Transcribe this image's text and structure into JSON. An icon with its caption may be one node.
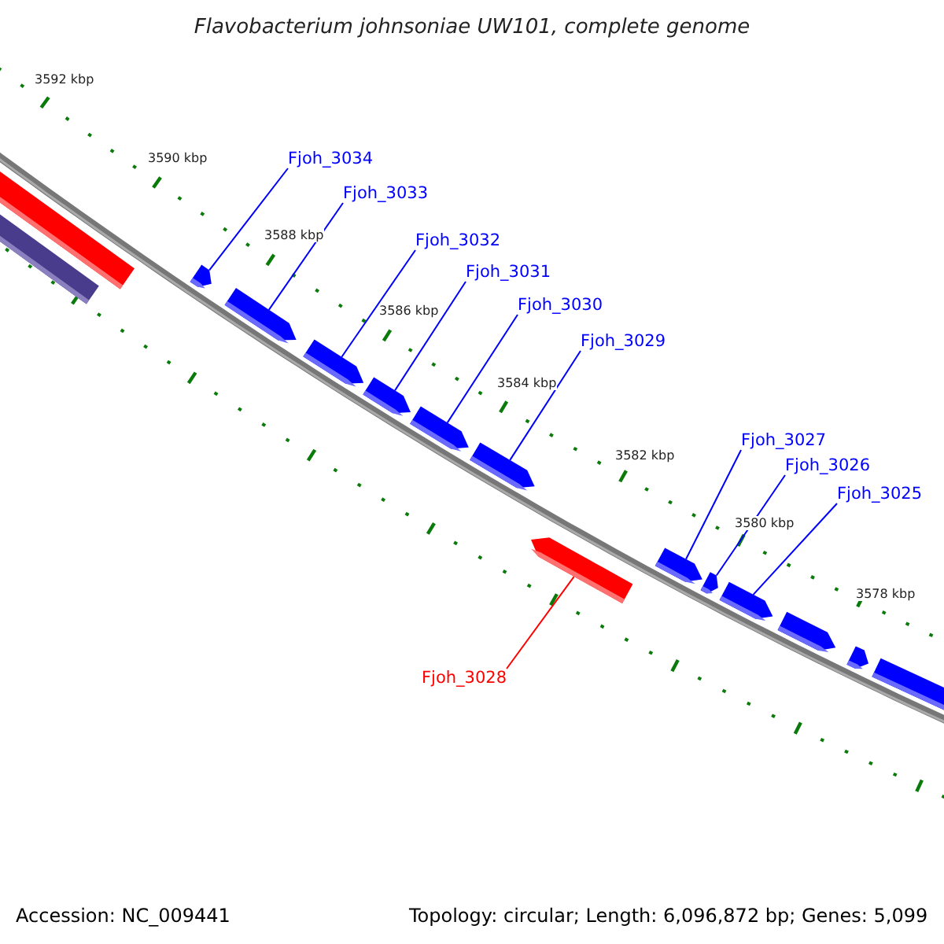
{
  "diagram": {
    "title": "Flavobacterium johnsoniae UW101, complete genome",
    "nodes": [
      {
        "text": [
          "Fjoh_3034"
        ]
      },
      {
        "text": [
          "Fjoh_3033"
        ]
      },
      {
        "text": [
          "Fjoh_3032"
        ]
      },
      {
        "text": [
          "Fjoh_3031"
        ]
      },
      {
        "text": [
          "Fjoh_3030"
        ]
      },
      {
        "text": [
          "Fjoh_3029"
        ]
      },
      {
        "text": [
          "Fjoh_3027"
        ]
      },
      {
        "text": [
          "Fjoh_3026"
        ]
      },
      {
        "text": [
          "Fjoh_3025"
        ]
      },
      {
        "text": [
          "Fjoh_3028"
        ]
      },
      {
        "text": [],
        "shape": "bar"
      },
      {
        "text": [],
        "shape": "bar"
      },
      {
        "text": [],
        "shape": "arrow"
      },
      {
        "text": [],
        "shape": "arrow"
      },
      {
        "text": [],
        "shape": "arrow"
      },
      {
        "text": [],
        "shape": "arrow"
      },
      {
        "text": [],
        "shape": "arrow"
      },
      {
        "text": [],
        "shape": "arrow"
      },
      {
        "text": [],
        "shape": "arrow"
      },
      {
        "text": [],
        "shape": "arrow"
      },
      {
        "text": [],
        "shape": "arrow"
      },
      {
        "text": [],
        "shape": "arrow"
      },
      {
        "text": [],
        "shape": "arrow"
      },
      {
        "text": [],
        "shape": "arrow"
      },
      {
        "text": [],
        "shape": "arrow"
      }
    ],
    "edges": [
      {
        "from": 0,
        "to": 12,
        "arrow": "none"
      },
      {
        "from": 1,
        "to": 13,
        "arrow": "none"
      },
      {
        "from": 2,
        "to": 14,
        "arrow": "none"
      },
      {
        "from": 3,
        "to": 15,
        "arrow": "none"
      },
      {
        "from": 4,
        "to": 16,
        "arrow": "none"
      },
      {
        "from": 5,
        "to": 17,
        "arrow": "none"
      },
      {
        "from": 6,
        "to": 19,
        "arrow": "none"
      },
      {
        "from": 7,
        "to": 20,
        "arrow": "none"
      },
      {
        "from": 8,
        "to": 21,
        "arrow": "none"
      },
      {
        "from": 9,
        "to": 18,
        "arrow": "none",
        "color": "#ff0000"
      }
    ],
    "labels": [
      "3592 kbp",
      "3590 kbp",
      "3588 kbp",
      "3586 kbp",
      "3584 kbp",
      "3582 kbp",
      "3580 kbp",
      "3578 kbp",
      "Accession: NC_009441",
      "Topology: circular; Length: 6,096,872 bp; Genes: 5,099"
    ]
  }
}
